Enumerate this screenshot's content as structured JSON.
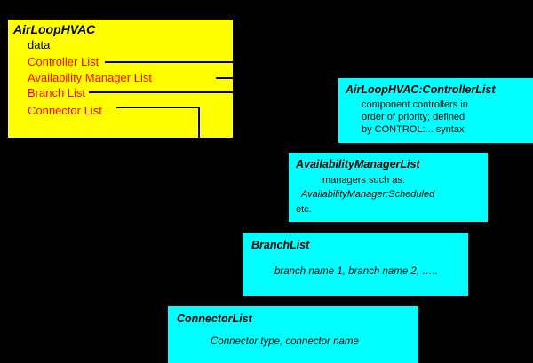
{
  "diagram": {
    "title": "AirLoopHVAC object structure diagram",
    "background_color": "#000000",
    "parent_box_color": "#FFFF00",
    "child_box_color": "#00FFFF",
    "field_text_color": "#FF0000",
    "text_color": "#000000"
  },
  "parent": {
    "name": "AirLoopHVAC",
    "data_label": "data",
    "fields": [
      {
        "label": "Controller List"
      },
      {
        "label": "Availability Manager List"
      },
      {
        "label": "Branch List"
      },
      {
        "label": "Connector List"
      }
    ]
  },
  "children": [
    {
      "key": "controllerlist",
      "title": "AirLoopHVAC:ControllerList",
      "lines": [
        "component controllers in",
        "order of priority; defined",
        "by CONTROL:... syntax"
      ]
    },
    {
      "key": "availabilitymanagerlist",
      "title": "AvailabilityManagerList",
      "lines": [
        "managers such as:",
        "AvailabilityManager:Scheduled",
        "etc."
      ]
    },
    {
      "key": "branchlist",
      "title": "BranchList",
      "lines": [
        "branch name 1, branch name 2, ….."
      ]
    },
    {
      "key": "connectorlist",
      "title": "ConnectorList",
      "lines": [
        "Connector type, connector name"
      ]
    }
  ]
}
